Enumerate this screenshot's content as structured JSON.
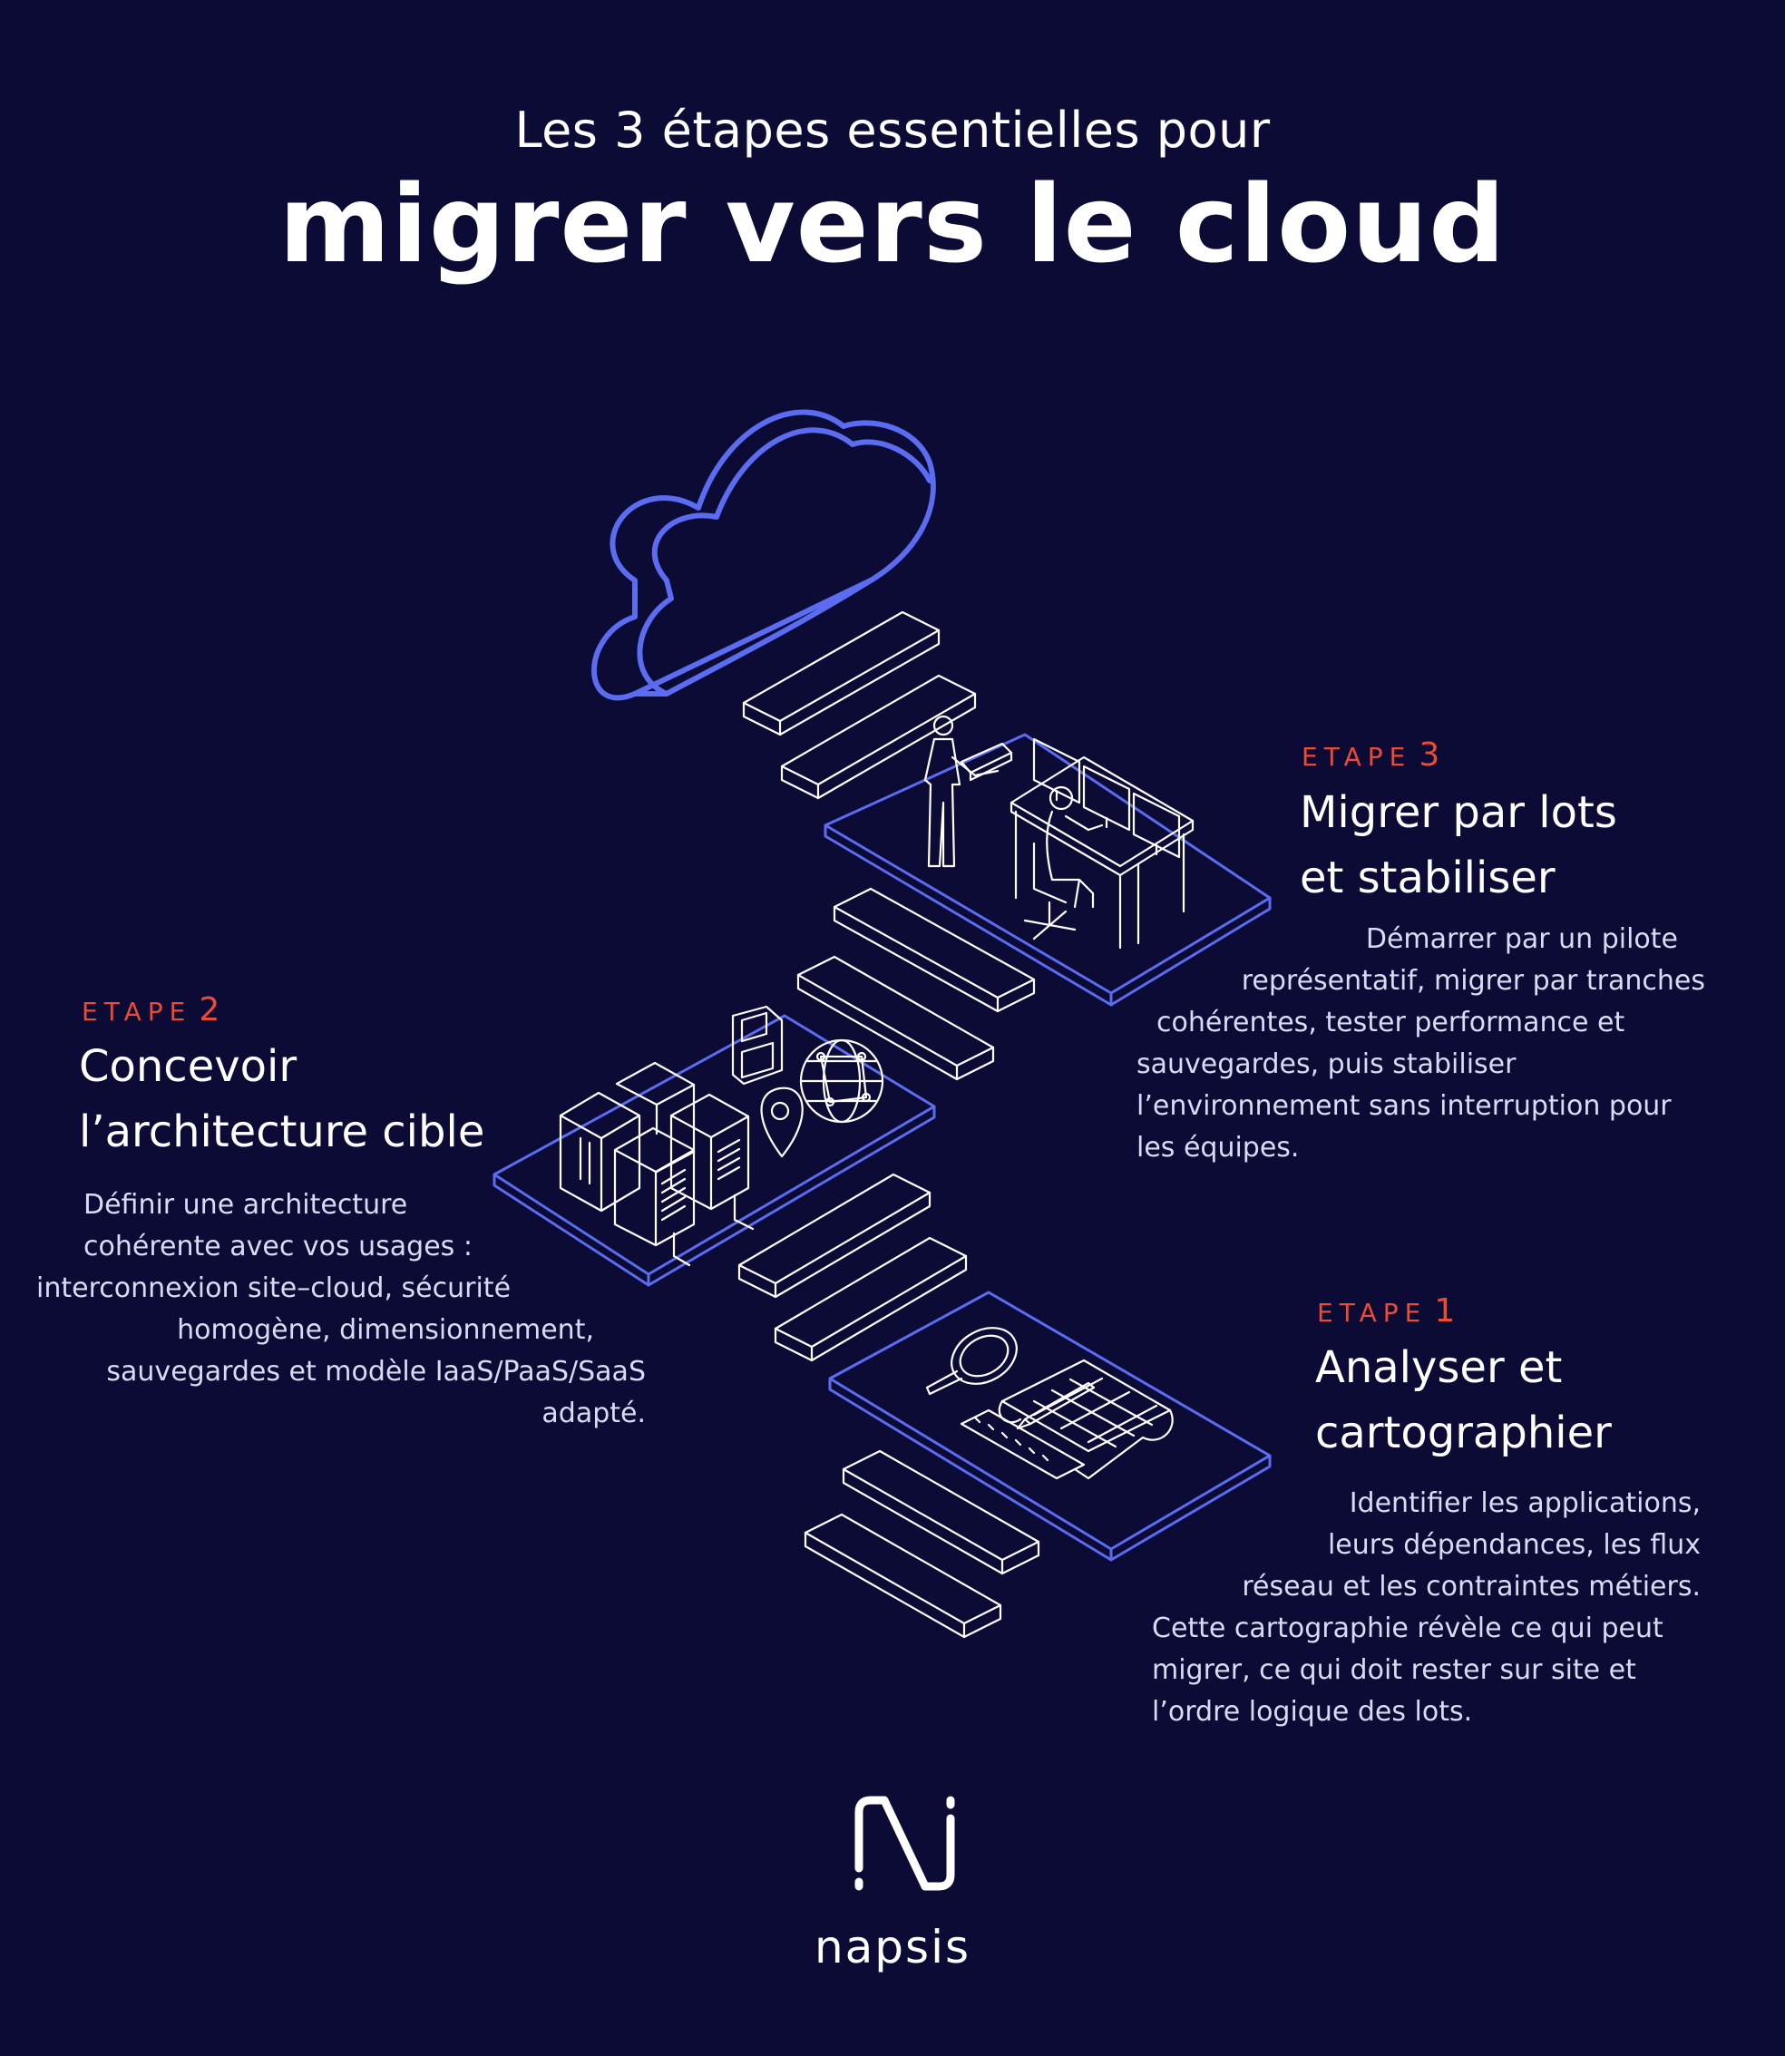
{
  "header": {
    "subtitle": "Les 3 étapes essentielles pour",
    "title": "migrer vers le cloud"
  },
  "steps": [
    {
      "label": "ETAPE",
      "number": "3",
      "heading_line1": "Migrer par lots",
      "heading_line2": "et stabiliser",
      "text_lines": [
        "Démarrer par un pilote",
        "représentatif, migrer par tranches",
        "cohérentes, tester performance et",
        "sauvegardes, puis stabiliser",
        "l’environnement sans interruption pour",
        "les équipes."
      ]
    },
    {
      "label": "ETAPE",
      "number": "2",
      "heading_line1": "Concevoir",
      "heading_line2": "l’architecture cible",
      "text_lines": [
        "Définir une architecture",
        "cohérente avec vos usages :",
        "interconnexion site–cloud, sécurité",
        "homogène, dimensionnement,",
        "sauvegardes et modèle IaaS/PaaS/SaaS",
        "adapté."
      ]
    },
    {
      "label": "ETAPE",
      "number": "1",
      "heading_line1": "Analyser et",
      "heading_line2": "cartographier",
      "text_lines": [
        "Identifier les applications,",
        "leurs dépendances, les flux",
        "réseau et les contraintes métiers.",
        "Cette cartographie révèle ce qui peut",
        "migrer, ce qui doit rester sur site et",
        "l’ordre logique des lots."
      ]
    }
  ],
  "brand": {
    "name": "napsis",
    "logo_letter": "N"
  },
  "colors": {
    "background": "#0b0b35",
    "accent_blue": "#5b6cf0",
    "label_red": "#ef4a36",
    "line_white": "#ffffff"
  },
  "icons": [
    "cloud-icon",
    "worker-icon",
    "desk-monitors-icon",
    "server-racks-icon",
    "floppy-disk-icon",
    "location-pin-icon",
    "globe-network-icon",
    "magnifier-icon",
    "blueprint-icon",
    "napsis-logo-icon"
  ]
}
